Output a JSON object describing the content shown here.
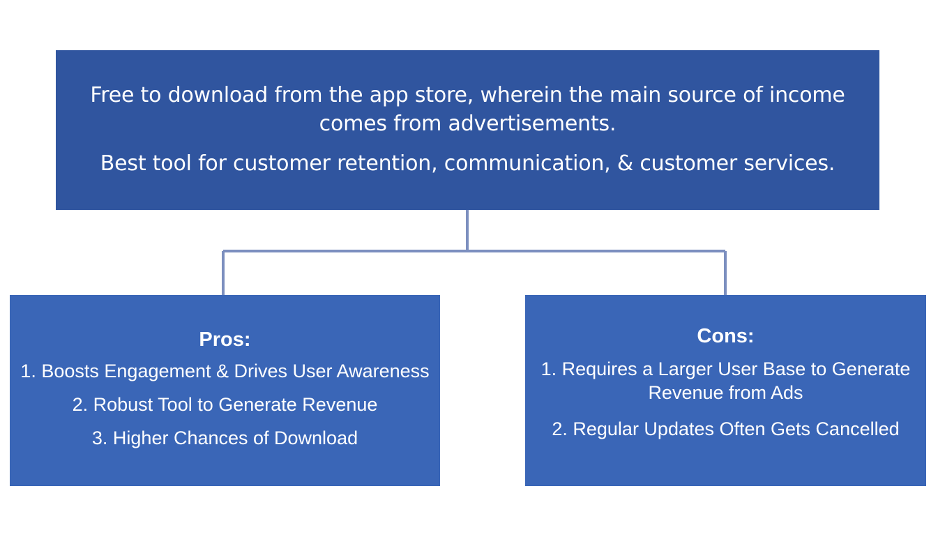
{
  "theme": {
    "background": "#ffffff",
    "root_box_color": "#30559F",
    "child_box_color": "#3A66B7",
    "connector_color": "#7C8FBF",
    "text_color": "#ffffff"
  },
  "diagram": {
    "type": "org-tree",
    "root": {
      "lines": [
        "Free to download from the app store, wherein the main source of income comes from advertisements.",
        "Best tool for customer retention, communication, & customer services."
      ]
    },
    "children": [
      {
        "title": "Pros:",
        "items": [
          "1. Boosts Engagement & Drives User Awareness",
          "2. Robust Tool to Generate Revenue",
          "3. Higher Chances of Download"
        ]
      },
      {
        "title": "Cons:",
        "items": [
          "1. Requires a Larger User Base to Generate Revenue from Ads",
          "2. Regular Updates Often Gets Cancelled"
        ]
      }
    ]
  }
}
